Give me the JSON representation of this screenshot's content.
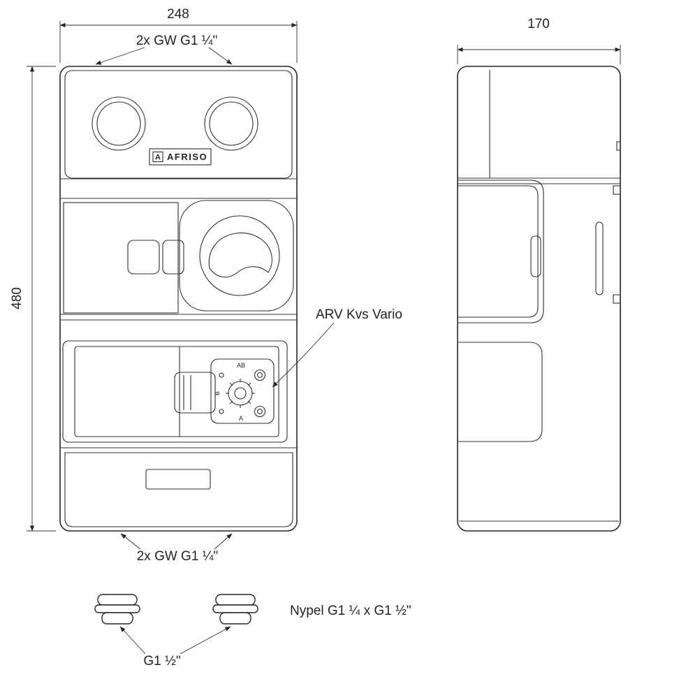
{
  "meta": {
    "background_color": "#ffffff",
    "line_color": "#262626",
    "drawing_type": "technical dimensional drawing"
  },
  "dimensions": {
    "width": "248",
    "height": "480",
    "depth": "170"
  },
  "labels": {
    "top_ports": "2x GW G1 ¼\"",
    "bottom_ports": "2x GW G1 ¼\"",
    "valve": "ARV Kvs Vario",
    "nipple": "Nypel G1 ¼ x G1 ½\"",
    "nipple_size": "G1 ½\""
  },
  "logo": {
    "mark": "A",
    "name": "AFRISO"
  },
  "valve_ports": {
    "ab": "AB",
    "b": "B",
    "a": "A"
  }
}
